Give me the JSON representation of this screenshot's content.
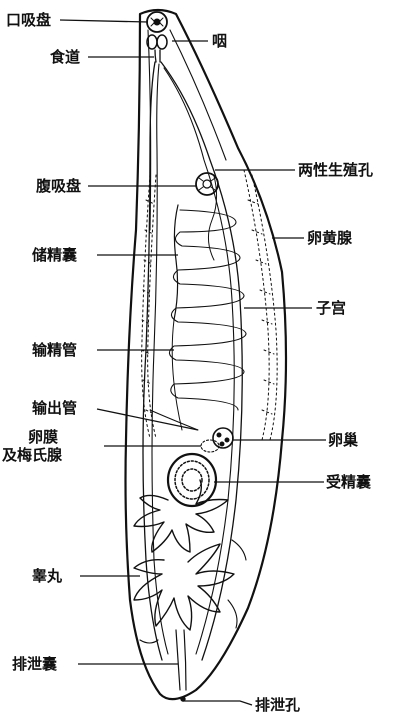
{
  "figure": {
    "labels": {
      "oral_sucker": "口吸盘",
      "pharynx": "咽",
      "esophagus": "食道",
      "ventral_sucker": "腹吸盘",
      "genital_pore": "两性生殖孔",
      "seminal_vesicle": "储精囊",
      "vitelline_gland": "卵黄腺",
      "uterus": "子宫",
      "vas_deferens": "输精管",
      "vas_efferens": "输出管",
      "ootype_line1": "卵膜",
      "ootype_line2": "及梅氏腺",
      "ovary": "卵巢",
      "seminal_receptacle": "受精囊",
      "testis": "睾丸",
      "excretory_bladder": "排泄囊",
      "excretory_pore": "排泄孔"
    },
    "colors": {
      "ink": "#111111",
      "background": "#ffffff"
    }
  }
}
